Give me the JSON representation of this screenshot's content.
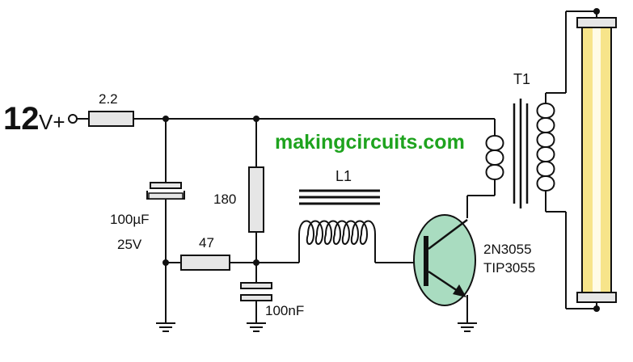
{
  "supply": {
    "value": "12",
    "suffix": "V+"
  },
  "website": {
    "text": "makingcircuits.com",
    "color": "#1ea31e"
  },
  "components": {
    "r_input": "2.2",
    "cap_electrolytic": {
      "value": "100µF",
      "voltage": "25V"
    },
    "r_bias_upper": "180",
    "r_bias_lower": "47",
    "cap_ceramic": "100nF",
    "inductor": "L1",
    "transformer": "T1",
    "transistor": {
      "part1": "2N3055",
      "part2": "TIP3055",
      "body_color": "#a9dcc0"
    }
  },
  "colors": {
    "wire": "#111111",
    "component_fill": "#e6e6e6",
    "tube_fill": "#f7e48a",
    "tube_glow": "#fffbe6"
  }
}
